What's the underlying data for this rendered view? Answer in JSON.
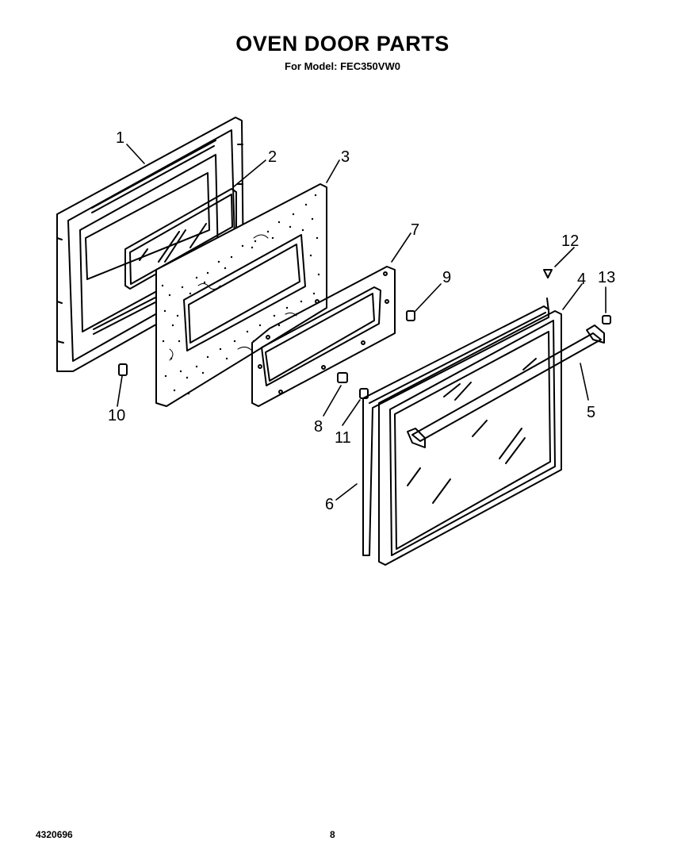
{
  "header": {
    "title": "OVEN DOOR PARTS",
    "subtitle": "For Model: FEC350VW0"
  },
  "footer": {
    "doc_number": "4320696",
    "page_number": "8"
  },
  "callouts": [
    "1",
    "2",
    "3",
    "4",
    "5",
    "6",
    "7",
    "8",
    "9",
    "10",
    "11",
    "12",
    "13"
  ]
}
